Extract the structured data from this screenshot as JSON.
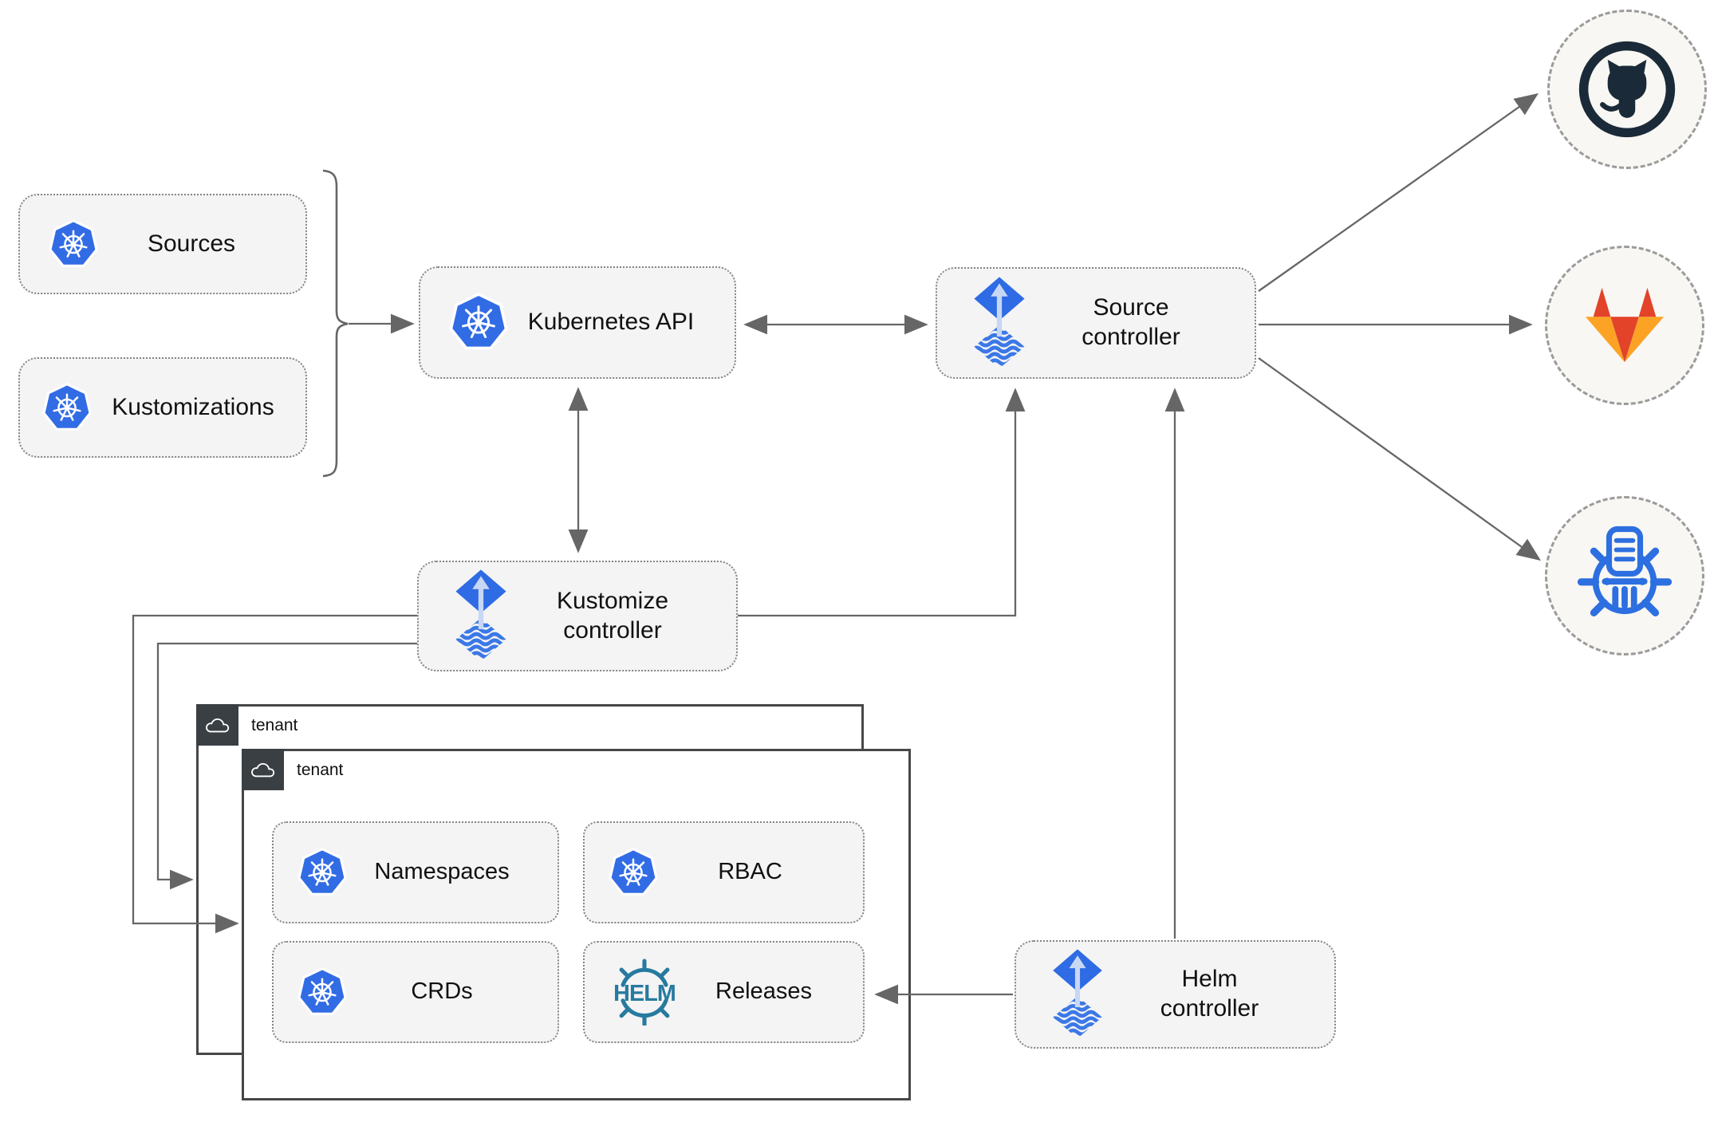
{
  "nodes": {
    "sources": {
      "label": "Sources",
      "icon": "kubernetes-icon"
    },
    "kustomizations": {
      "label": "Kustomizations",
      "icon": "kubernetes-icon"
    },
    "kubernetes_api": {
      "label": "Kubernetes API",
      "icon": "kubernetes-icon"
    },
    "source_controller": {
      "line1": "Source",
      "line2": "controller",
      "icon": "flux-icon"
    },
    "kustomize_controller": {
      "line1": "Kustomize",
      "line2": "controller",
      "icon": "flux-icon"
    },
    "helm_controller": {
      "line1": "Helm",
      "line2": "controller",
      "icon": "flux-icon"
    },
    "namespaces": {
      "label": "Namespaces",
      "icon": "kubernetes-icon"
    },
    "rbac": {
      "label": "RBAC",
      "icon": "kubernetes-icon"
    },
    "crds": {
      "label": "CRDs",
      "icon": "kubernetes-icon"
    },
    "releases": {
      "label": "Releases",
      "icon": "helm-icon"
    }
  },
  "tenants": {
    "back": {
      "label": "tenant",
      "icon": "cloud-icon"
    },
    "front": {
      "label": "tenant",
      "icon": "cloud-icon"
    }
  },
  "endpoints": [
    {
      "name": "github",
      "icon": "github-icon"
    },
    {
      "name": "gitlab",
      "icon": "gitlab-icon"
    },
    {
      "name": "chart-repository",
      "icon": "chart-repository-icon"
    }
  ],
  "helm_logo_text": "HELM",
  "colors": {
    "kubernetes_blue": "#326ce5",
    "flux_blue": "#2e6be4",
    "flux_arrow_light": "#c7d7f4",
    "helm_teal": "#277a9f",
    "github_dark": "#1b2a38",
    "gitlab_red": "#e24329",
    "gitlab_amber": "#fca326",
    "chart_repository_blue": "#2d6fe0",
    "line_gray": "#666666",
    "node_fill": "#f4f4f4",
    "tenant_tab_dark": "#3a3f44"
  }
}
